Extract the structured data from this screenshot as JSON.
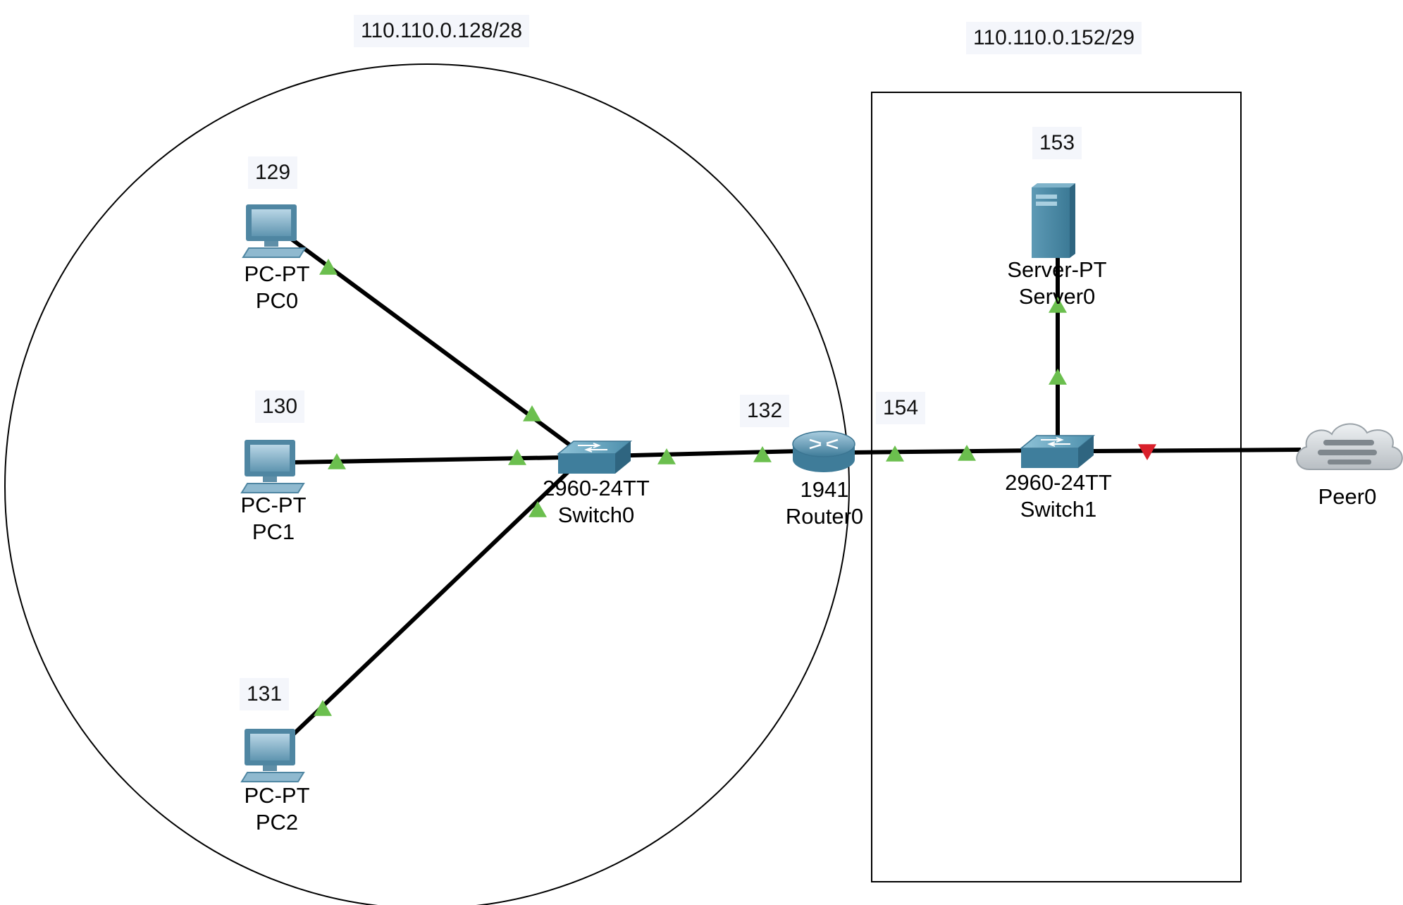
{
  "subnets": {
    "left": "110.110.0.128/28",
    "right": "110.110.0.152/29"
  },
  "address_notes": {
    "pc0": "129",
    "pc1": "130",
    "pc2": "131",
    "router_left": "132",
    "router_right": "154",
    "server": "153"
  },
  "devices": {
    "pc0": {
      "model": "PC-PT",
      "name": "PC0",
      "icon": "pc-icon"
    },
    "pc1": {
      "model": "PC-PT",
      "name": "PC1",
      "icon": "pc-icon"
    },
    "pc2": {
      "model": "PC-PT",
      "name": "PC2",
      "icon": "pc-icon"
    },
    "switch0": {
      "model": "2960-24TT",
      "name": "Switch0",
      "icon": "switch-icon"
    },
    "router0": {
      "model": "1941",
      "name": "Router0",
      "icon": "router-icon"
    },
    "switch1": {
      "model": "2960-24TT",
      "name": "Switch1",
      "icon": "switch-icon"
    },
    "server0": {
      "model": "Server-PT",
      "name": "Server0",
      "icon": "server-icon"
    },
    "peer0": {
      "name": "Peer0",
      "icon": "cloud-icon"
    }
  },
  "link_status": {
    "up_color": "#6bbf4e",
    "down_color": "#d9202b"
  },
  "links": [
    {
      "from": "pc0",
      "to": "switch0",
      "status": [
        "up",
        "up"
      ]
    },
    {
      "from": "pc1",
      "to": "switch0",
      "status": [
        "up",
        "up"
      ]
    },
    {
      "from": "pc2",
      "to": "switch0",
      "status": [
        "up",
        "up"
      ]
    },
    {
      "from": "switch0",
      "to": "router0",
      "status": [
        "up",
        "up"
      ]
    },
    {
      "from": "router0",
      "to": "switch1",
      "status": [
        "up",
        "up"
      ]
    },
    {
      "from": "switch1",
      "to": "server0",
      "status": [
        "up",
        "up"
      ]
    },
    {
      "from": "switch1",
      "to": "peer0",
      "status": [
        "down"
      ]
    }
  ]
}
